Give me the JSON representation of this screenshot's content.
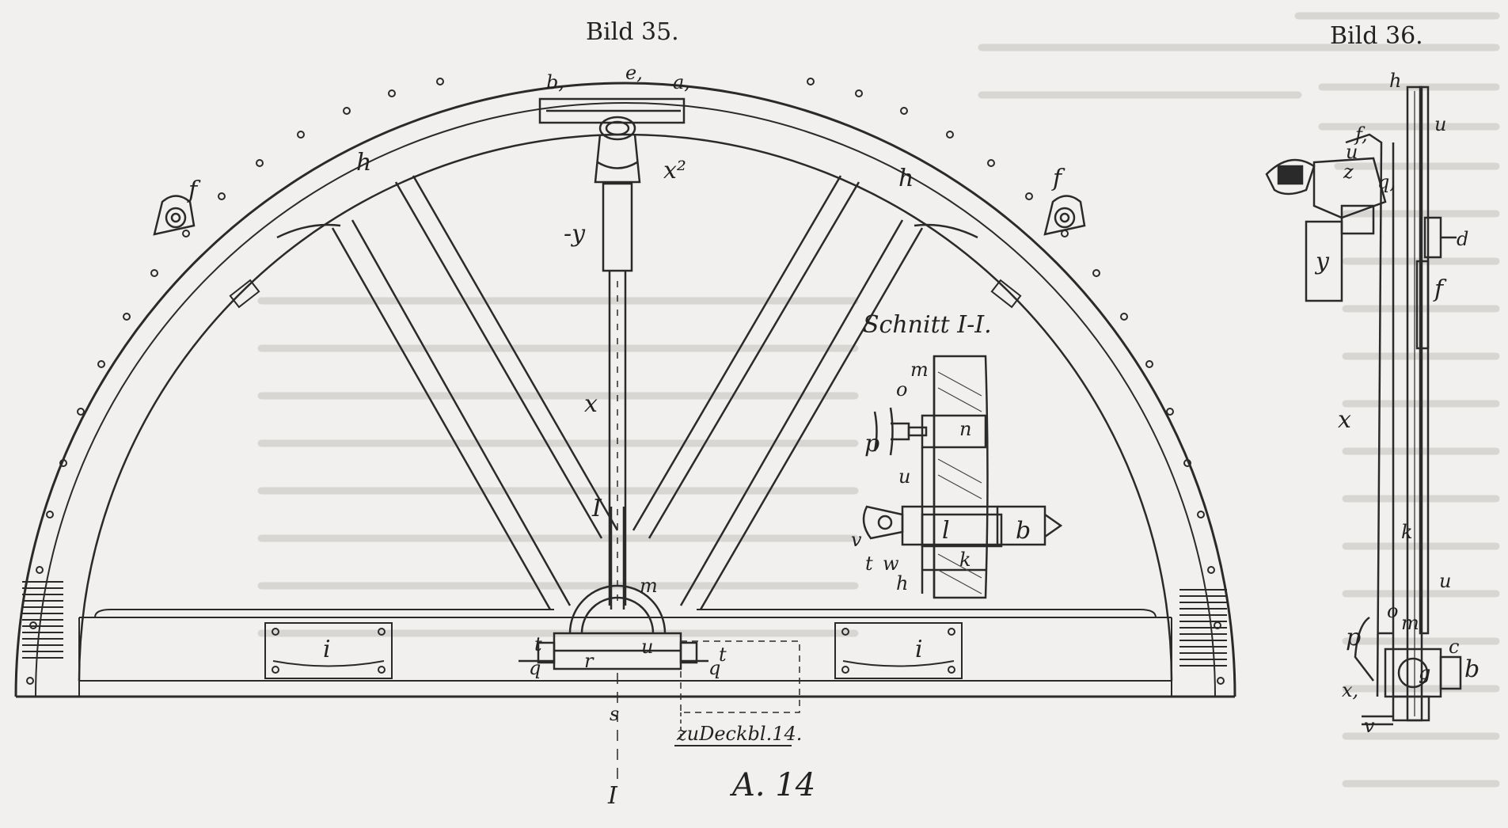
{
  "figure_35": {
    "title": "Bild 35.",
    "labels": {
      "b1": "b,",
      "e1": "e,",
      "a1": "a,",
      "x2": "x²",
      "y": "-y",
      "f_left": "f",
      "f_right": "f",
      "h_left": "h",
      "h_right": "h",
      "x": "x",
      "I_top": "I",
      "m": "m",
      "t_left": "t",
      "u": "u",
      "r": "r",
      "t_right": "t",
      "q_left": "q",
      "q_right": "q",
      "s": "s",
      "I_bottom": "I",
      "i_left": "i",
      "i_right": "i"
    },
    "note": "zuDeckbl.14.",
    "signature": "A. 14"
  },
  "section": {
    "title": "Schnitt I-I.",
    "labels": {
      "m": "m",
      "o": "o",
      "p": "p",
      "n": "n",
      "u": "u",
      "l": "l",
      "b": "b",
      "v": "v",
      "t": "t",
      "w": "w",
      "k": "k",
      "h": "h"
    }
  },
  "figure_36": {
    "title": "Bild 36.",
    "labels": {
      "h": "h",
      "u_top": "u",
      "f_top": "f,",
      "u_small": "u",
      "z": "z",
      "q1": "q,",
      "d": "d",
      "y": "y",
      "f_right": "f",
      "x": "x",
      "k": "k",
      "u_low": "u",
      "o": "o",
      "m": "m",
      "p": "p",
      "c": "c",
      "x1": "x,",
      "g": "g",
      "b": "b",
      "v": "v"
    }
  },
  "colors": {
    "ink": "#2a2a2a",
    "paper": "#f1f0ee",
    "bleed": "#d8d6d3"
  }
}
